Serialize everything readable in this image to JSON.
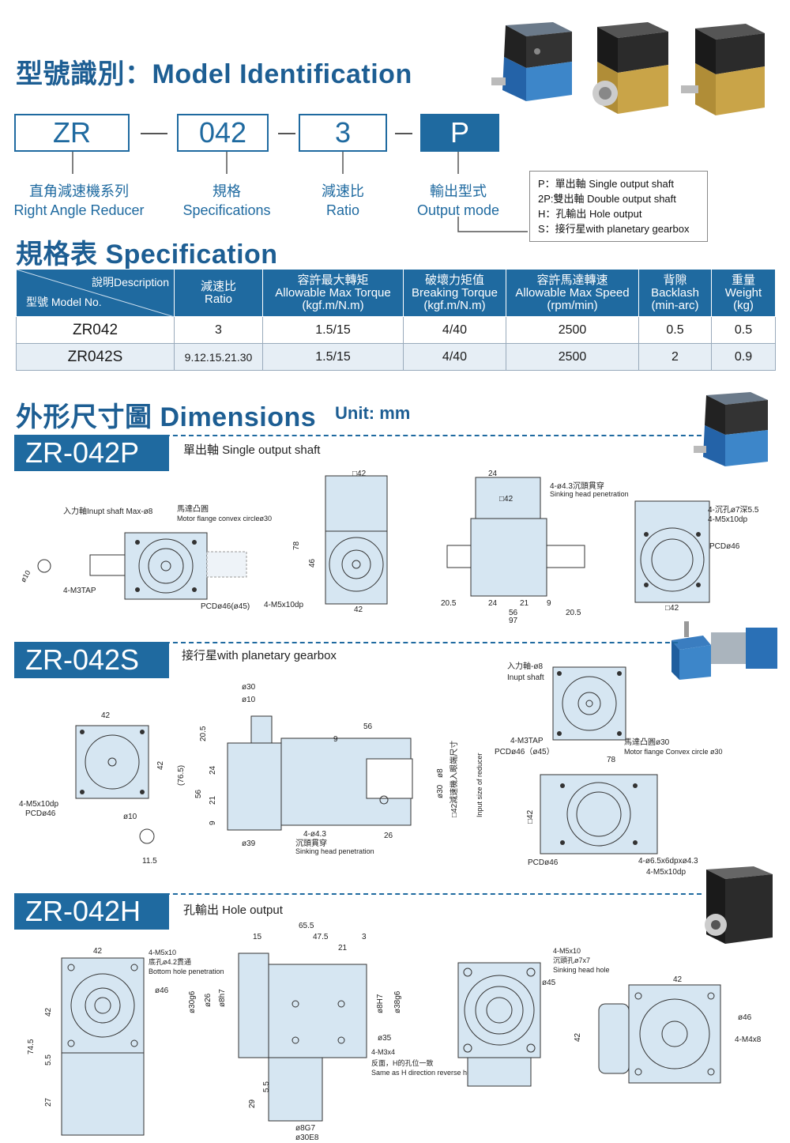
{
  "model_id": {
    "title": "型號識別：Model Identification",
    "boxes": [
      "ZR",
      "042",
      "3",
      "P"
    ],
    "labels": [
      {
        "zh": "直角減速機系列",
        "en": "Right Angle Reducer"
      },
      {
        "zh": "規格",
        "en": "Specifications"
      },
      {
        "zh": "減速比",
        "en": "Ratio"
      },
      {
        "zh": "輸出型式",
        "en": "Output mode"
      }
    ],
    "output_options": [
      "P：單出軸 Single output shaft",
      "2P:雙出軸 Double output shaft",
      "H：孔輸出 Hole output",
      "S：接行星with planetary gearbox"
    ]
  },
  "spec": {
    "title": "規格表 Specification",
    "header_desc": "說明Description",
    "header_model": "型號 Model No.",
    "columns": [
      [
        "減速比",
        "Ratio"
      ],
      [
        "容許最大轉矩",
        "Allowable Max Torque",
        "(kgf.m/N.m)"
      ],
      [
        "破壞力矩值",
        "Breaking Torque",
        "(kgf.m/N.m)"
      ],
      [
        "容許馬達轉速",
        "Allowable Max Speed",
        "(rpm/min)"
      ],
      [
        "背隙",
        "Backlash",
        "(min-arc)"
      ],
      [
        "重量",
        "Weight",
        "(kg)"
      ]
    ],
    "rows": [
      [
        "ZR042",
        "3",
        "1.5/15",
        "4/40",
        "2500",
        "0.5",
        "0.5"
      ],
      [
        "ZR042S",
        "9.12.15.21.30",
        "1.5/15",
        "4/40",
        "2500",
        "2",
        "0.9"
      ]
    ]
  },
  "dimensions": {
    "title": "外形尺寸圖 Dimensions",
    "unit": "Unit: mm",
    "models": [
      {
        "tag": "ZR-042P",
        "desc": "單出軸 Single output shaft"
      },
      {
        "tag": "ZR-042S",
        "desc": "接行星with planetary gearbox"
      },
      {
        "tag": "ZR-042H",
        "desc": "孔輸出 Hole output"
      }
    ],
    "p_notes": {
      "input_shaft": "入力軸Inupt shaft Max-ø8",
      "motor_flange_zh": "馬達凸圓",
      "motor_flange_en": "Motor flange convex circleø30",
      "tap": "4-M3TAP",
      "pcd": "PCDø46(ø45)",
      "m5": "4-M5x10dp",
      "sq42": "□42",
      "sinking": "4-ø4.3沉頭貫穿",
      "sinking_en": "Sinking head penetration",
      "counter": "4-沉孔ø7深5.5",
      "m5b": "4-M5x10dp",
      "pcd46": "PCDø46"
    },
    "s_notes": {
      "input_shaft_zh": "入力軸-ø8",
      "input_shaft_en": "Inupt shaft",
      "tap": "4-M3TAP",
      "pcd": "PCDø46（ø45）",
      "motor_flange": "馬達凸圓ø30",
      "motor_flange_en": "Motor flange Convex circle ø30",
      "m5": "4-M5x10dp",
      "pcd46": "PCDø46",
      "sink": "4-ø4.3",
      "sink_zh": "沉頭貫穿",
      "sink_en": "Sinking head penetration",
      "holes": "4-ø6.5x6dpxø4.3",
      "holes2": "4-M5x10dp",
      "input_size": "□42減速機入眼端尺寸",
      "input_size_en": "Input size of reducer"
    },
    "h_notes": {
      "m5": "4-M5x10",
      "bottom": "底孔ø4.2貫通",
      "bottom_en": "Bottom hole penetration",
      "d46": "ø46",
      "m3": "4-M3x4",
      "reverse": "反面，H的孔位一致",
      "reverse_en": "Same as H direction reverse hole",
      "m5b": "4-M5x10",
      "counter": "沉頭孔ø7x7",
      "sink_en": "Sinking head hole",
      "d45": "ø45",
      "m4": "4-M4x8",
      "d46b": "ø46"
    }
  },
  "colors": {
    "brand": "#1f6aa0",
    "table_alt": "#e6eef5"
  }
}
